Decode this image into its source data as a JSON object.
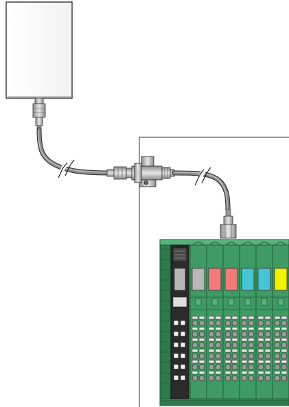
{
  "colors": {
    "enclosure_fill": "#ffffff",
    "cable": "#8a8a8a",
    "cable_highlight": "#c8c8c8",
    "connector": "#bdbdbd",
    "io_body_green": "#3f9a63",
    "io_body_green_dark": "#2f7a4c",
    "io_body_green_light": "#56b27a",
    "terminal_black": "#1a1a1a",
    "slot_gray": "#b7b7b7",
    "slot_red": "#f07b7b",
    "slot_cyan": "#45c4d3",
    "slot_yellow": "#f2f200",
    "terminal_gray": "#9a9a9a"
  },
  "icons": [
    "antenna-box",
    "coax-connector",
    "surge-protector-tee",
    "cable-break-mark",
    "io-terminal-block"
  ],
  "io_station": {
    "slot_colors": [
      "slot_gray",
      "slot_red",
      "slot_red",
      "slot_cyan",
      "slot_cyan",
      "slot_yellow",
      "slot_gray"
    ],
    "terminal_rows": 6
  }
}
